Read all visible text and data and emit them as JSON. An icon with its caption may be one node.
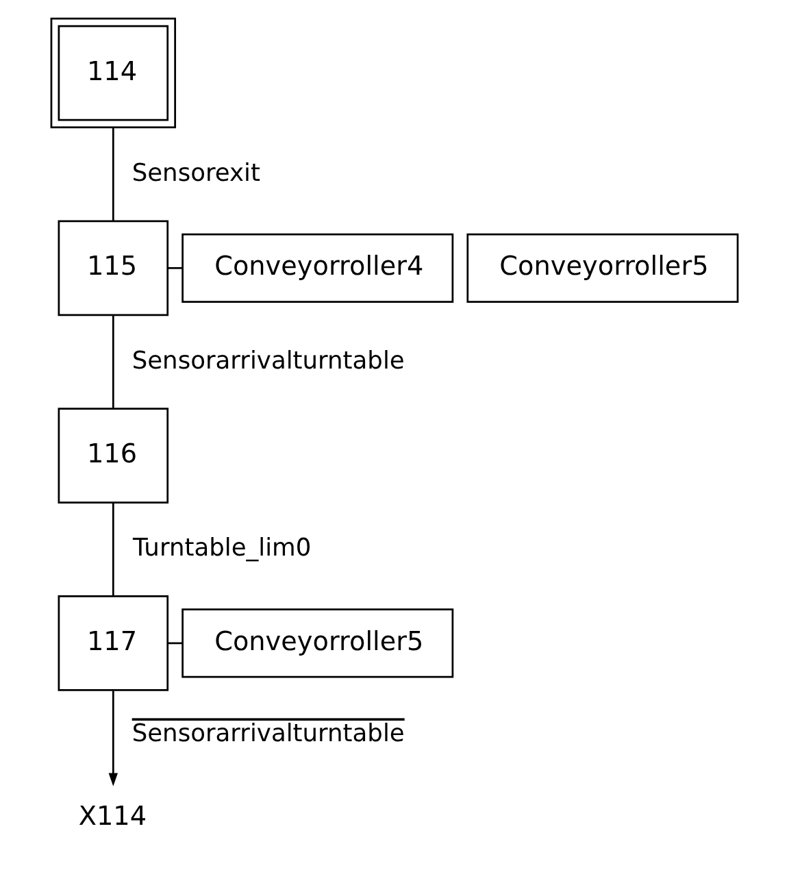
{
  "diagram": {
    "nodes": [
      {
        "text": [
          "114"
        ]
      },
      {
        "text": [
          "115"
        ]
      },
      {
        "text": [
          "Conveyorroller4"
        ]
      },
      {
        "text": [
          "Conveyorroller5"
        ]
      },
      {
        "text": [
          "116"
        ]
      },
      {
        "text": [
          "117"
        ]
      },
      {
        "text": [
          "Conveyorroller5"
        ]
      },
      {
        "text": [
          "X114"
        ]
      }
    ],
    "edges": [
      {
        "from": 0,
        "to": 1,
        "arrow": "none",
        "label": "Sensorexit"
      },
      {
        "from": 1,
        "to": 2,
        "arrow": "none"
      },
      {
        "from": 1,
        "to": 4,
        "arrow": "none",
        "label": "Sensorarrivalturntable"
      },
      {
        "from": 4,
        "to": 5,
        "arrow": "none",
        "label": "Turntable_lim0"
      },
      {
        "from": 5,
        "to": 6,
        "arrow": "none"
      },
      {
        "from": 5,
        "to": 7,
        "arrow": "to",
        "label": "Sensorarrivalturntable"
      }
    ]
  }
}
